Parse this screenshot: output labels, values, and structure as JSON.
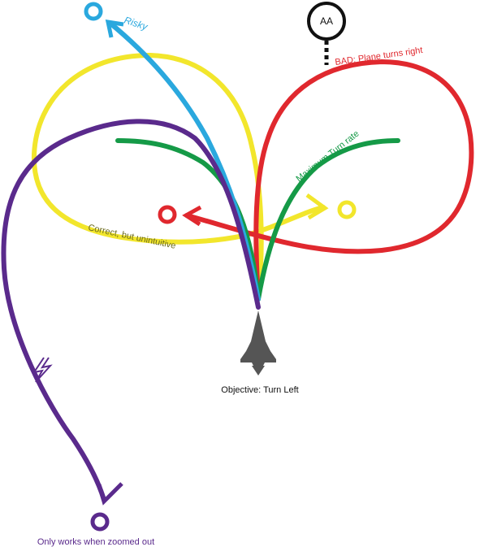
{
  "colors": {
    "red": "#e0282e",
    "yellow": "#f2e62c",
    "green": "#159a47",
    "blue": "#2aa8de",
    "purple": "#5a2a8c",
    "olive": "#6b6a1c",
    "plane": "#555555",
    "black": "#111111"
  },
  "icons": {
    "plane": "fighter-jet-icon",
    "aa_site": "circle-marker-icon",
    "zigzag": "lightning-break-icon"
  },
  "labels": {
    "risky": "Risky",
    "bad": "BAD: Plane turns right",
    "max_turn": "Maximum Turn rate",
    "correct": "Correct, but unintuitive",
    "objective": "Objective: Turn Left",
    "zoomed": "Only works when zoomed out",
    "aa": "AA"
  }
}
